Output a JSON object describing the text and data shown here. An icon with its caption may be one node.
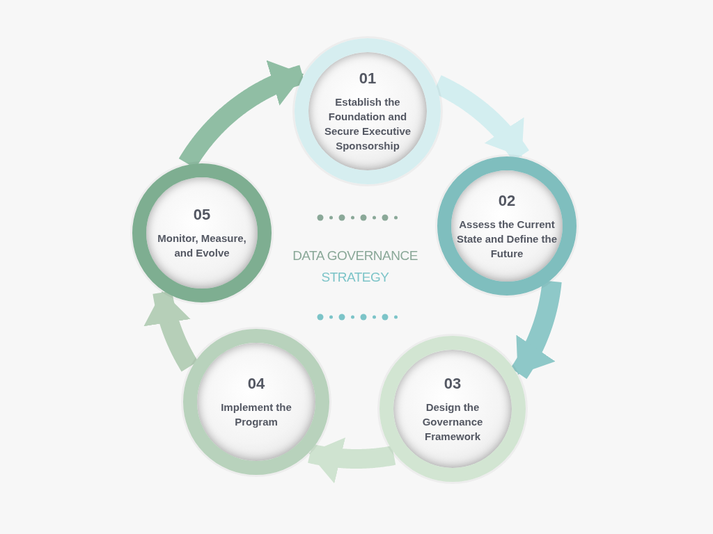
{
  "diagram": {
    "nodes": [
      {
        "text": [
          "01",
          "Establish the Foundation and Secure Executive Sponsorship"
        ]
      },
      {
        "text": [
          "02",
          "Assess the Current State and Define the Future"
        ]
      },
      {
        "text": [
          "03",
          "Design the Governance Framework"
        ]
      },
      {
        "text": [
          "04",
          "Implement the Program"
        ]
      },
      {
        "text": [
          "05",
          "Monitor, Measure, and Evolve"
        ]
      }
    ],
    "edges": [
      {
        "from": 0,
        "to": 1,
        "arrow": "to",
        "color": "#d3eef0"
      },
      {
        "from": 1,
        "to": 2,
        "arrow": "to",
        "color": "#8ec8c8"
      },
      {
        "from": 2,
        "to": 3,
        "arrow": "to",
        "color": "#cfe3d0"
      },
      {
        "from": 3,
        "to": 4,
        "arrow": "to",
        "color": "#b6cfb8"
      },
      {
        "from": 4,
        "to": 0,
        "arrow": "to",
        "color": "#90bea4"
      }
    ],
    "labels": [
      "DATA GOVERNANCE",
      "STRATEGY"
    ]
  }
}
